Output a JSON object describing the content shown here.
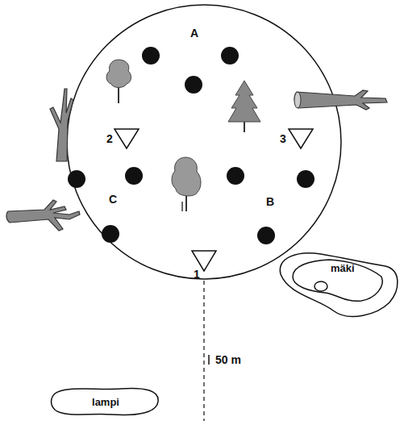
{
  "diagram": {
    "nodes": [
      {
        "text": [
          "mäki"
        ]
      },
      {
        "text": [
          "lampi"
        ]
      }
    ],
    "labels": [
      "A",
      "2",
      "3",
      "C",
      "B",
      "1",
      "50 m"
    ]
  }
}
